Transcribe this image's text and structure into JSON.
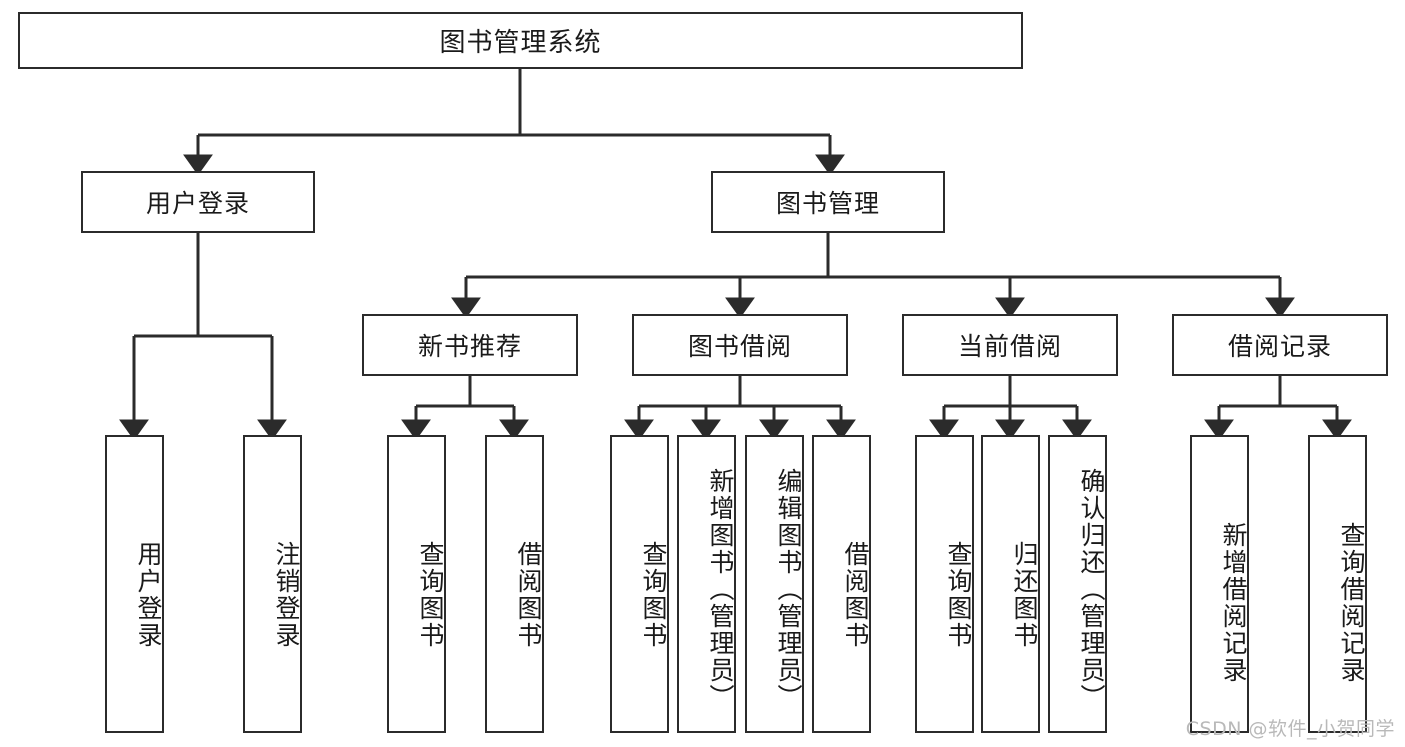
{
  "diagram": {
    "title": "图书管理系统",
    "type": "hierarchy-tree",
    "watermark": "CSDN @软件_小贺同学",
    "levels": {
      "root": {
        "label": "图书管理系统"
      },
      "level2": [
        {
          "id": "user-login",
          "label": "用户登录"
        },
        {
          "id": "book-management",
          "label": "图书管理"
        }
      ],
      "level3": [
        {
          "id": "new-book-recommend",
          "label": "新书推荐",
          "parent": "book-management"
        },
        {
          "id": "book-borrow",
          "label": "图书借阅",
          "parent": "book-management"
        },
        {
          "id": "current-borrow",
          "label": "当前借阅",
          "parent": "book-management"
        },
        {
          "id": "borrow-record",
          "label": "借阅记录",
          "parent": "book-management"
        }
      ],
      "leaves": [
        {
          "id": "leaf-user-login",
          "label": "用户登录",
          "parent": "user-login"
        },
        {
          "id": "leaf-logout-login",
          "label": "注销登录",
          "parent": "user-login"
        },
        {
          "id": "leaf-query-book-1",
          "label": "查询图书",
          "parent": "new-book-recommend"
        },
        {
          "id": "leaf-borrow-book-1",
          "label": "借阅图书",
          "parent": "new-book-recommend"
        },
        {
          "id": "leaf-query-book-2",
          "label": "查询图书",
          "parent": "book-borrow"
        },
        {
          "id": "leaf-add-book",
          "label": "新增图书（管理员）",
          "parent": "book-borrow"
        },
        {
          "id": "leaf-edit-book",
          "label": "编辑图书（管理员）",
          "parent": "book-borrow"
        },
        {
          "id": "leaf-borrow-book-2",
          "label": "借阅图书",
          "parent": "book-borrow"
        },
        {
          "id": "leaf-query-book-3",
          "label": "查询图书",
          "parent": "current-borrow"
        },
        {
          "id": "leaf-return-book",
          "label": "归还图书",
          "parent": "current-borrow"
        },
        {
          "id": "leaf-confirm-return",
          "label": "确认归还（管理员）",
          "parent": "current-borrow"
        },
        {
          "id": "leaf-add-record",
          "label": "新增借阅记录",
          "parent": "borrow-record"
        },
        {
          "id": "leaf-query-record",
          "label": "查询借阅记录",
          "parent": "borrow-record"
        }
      ]
    },
    "colors": {
      "stroke": "#2b2b2b",
      "fill": "#ffffff",
      "text": "#1a1a1a",
      "watermark": "#b9b9b9"
    }
  }
}
